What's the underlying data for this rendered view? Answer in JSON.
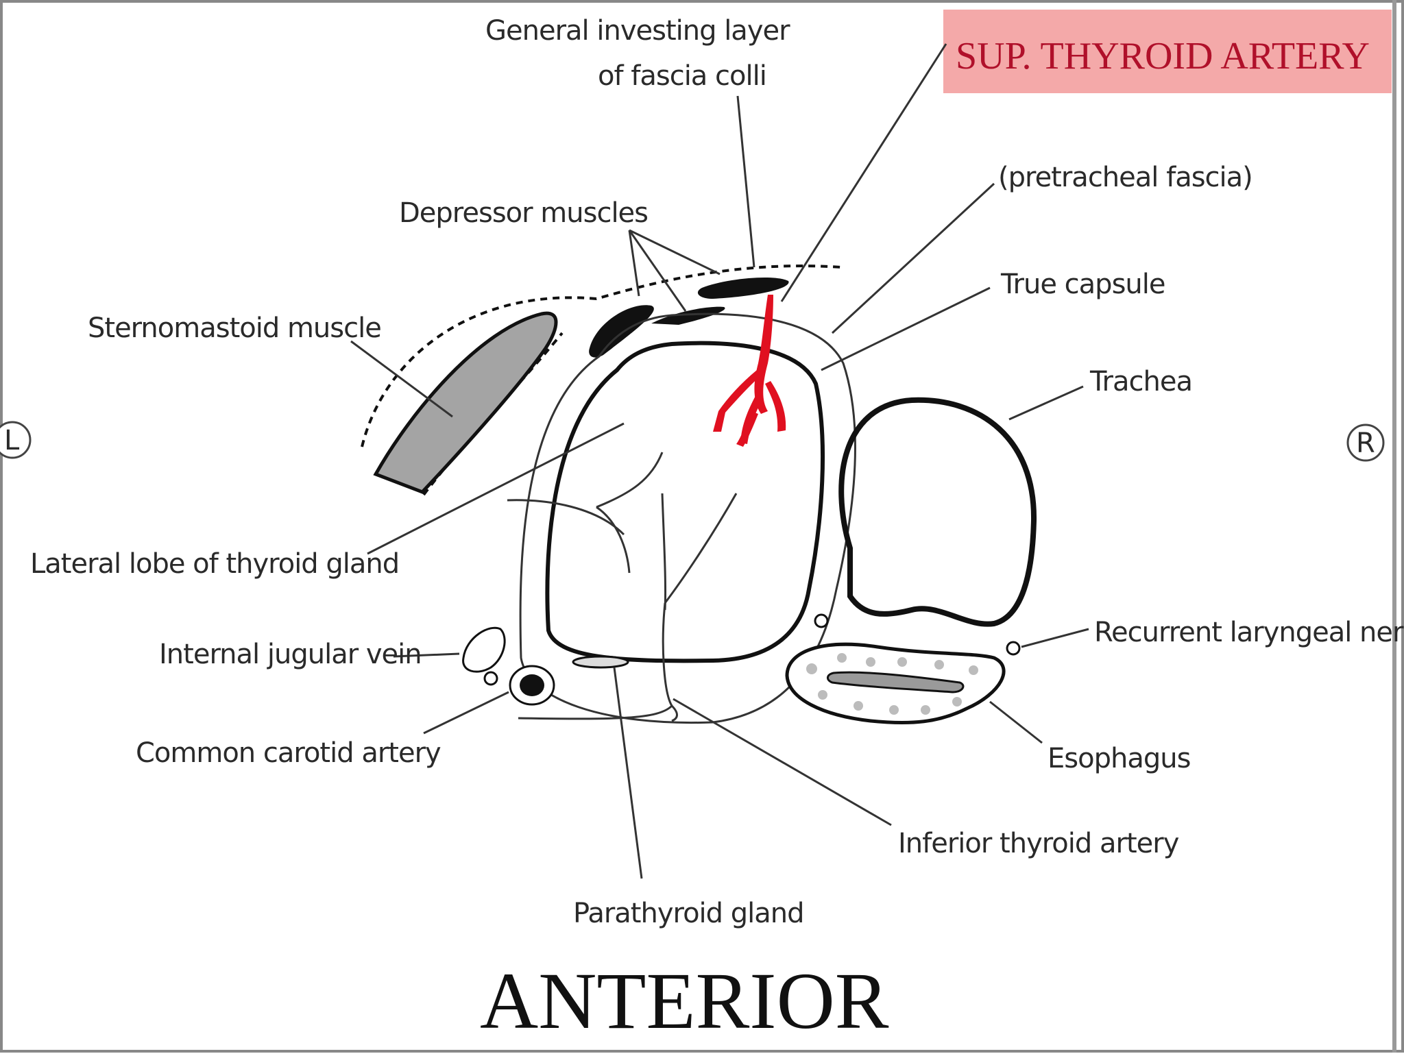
{
  "highlight": {
    "label": "SUP. THYROID ARTERY",
    "fill_color": "#f4a9a9",
    "text_color": "#b0102a",
    "artery_color": "#e01020"
  },
  "labels": {
    "general_investing_line1": "General investing layer",
    "general_investing_line2": "of fascia colli",
    "pretracheal_fascia": "(pretracheal fascia)",
    "depressor_muscles": "Depressor muscles",
    "true_capsule": "True capsule",
    "sternomastoid_muscle": "Sternomastoid muscle",
    "trachea": "Trachea",
    "lateral_lobe": "Lateral lobe of thyroid gland",
    "internal_jugular_vein": "Internal jugular vein",
    "recurrent_laryngeal_nerve": "Recurrent laryngeal nerve",
    "common_carotid_artery": "Common carotid artery",
    "esophagus": "Esophagus",
    "inferior_thyroid_artery": "Inferior thyroid artery",
    "parathyroid_gland": "Parathyroid gland"
  },
  "orientation": {
    "left": "L",
    "right": "R",
    "bottom": "ANTERIOR"
  }
}
